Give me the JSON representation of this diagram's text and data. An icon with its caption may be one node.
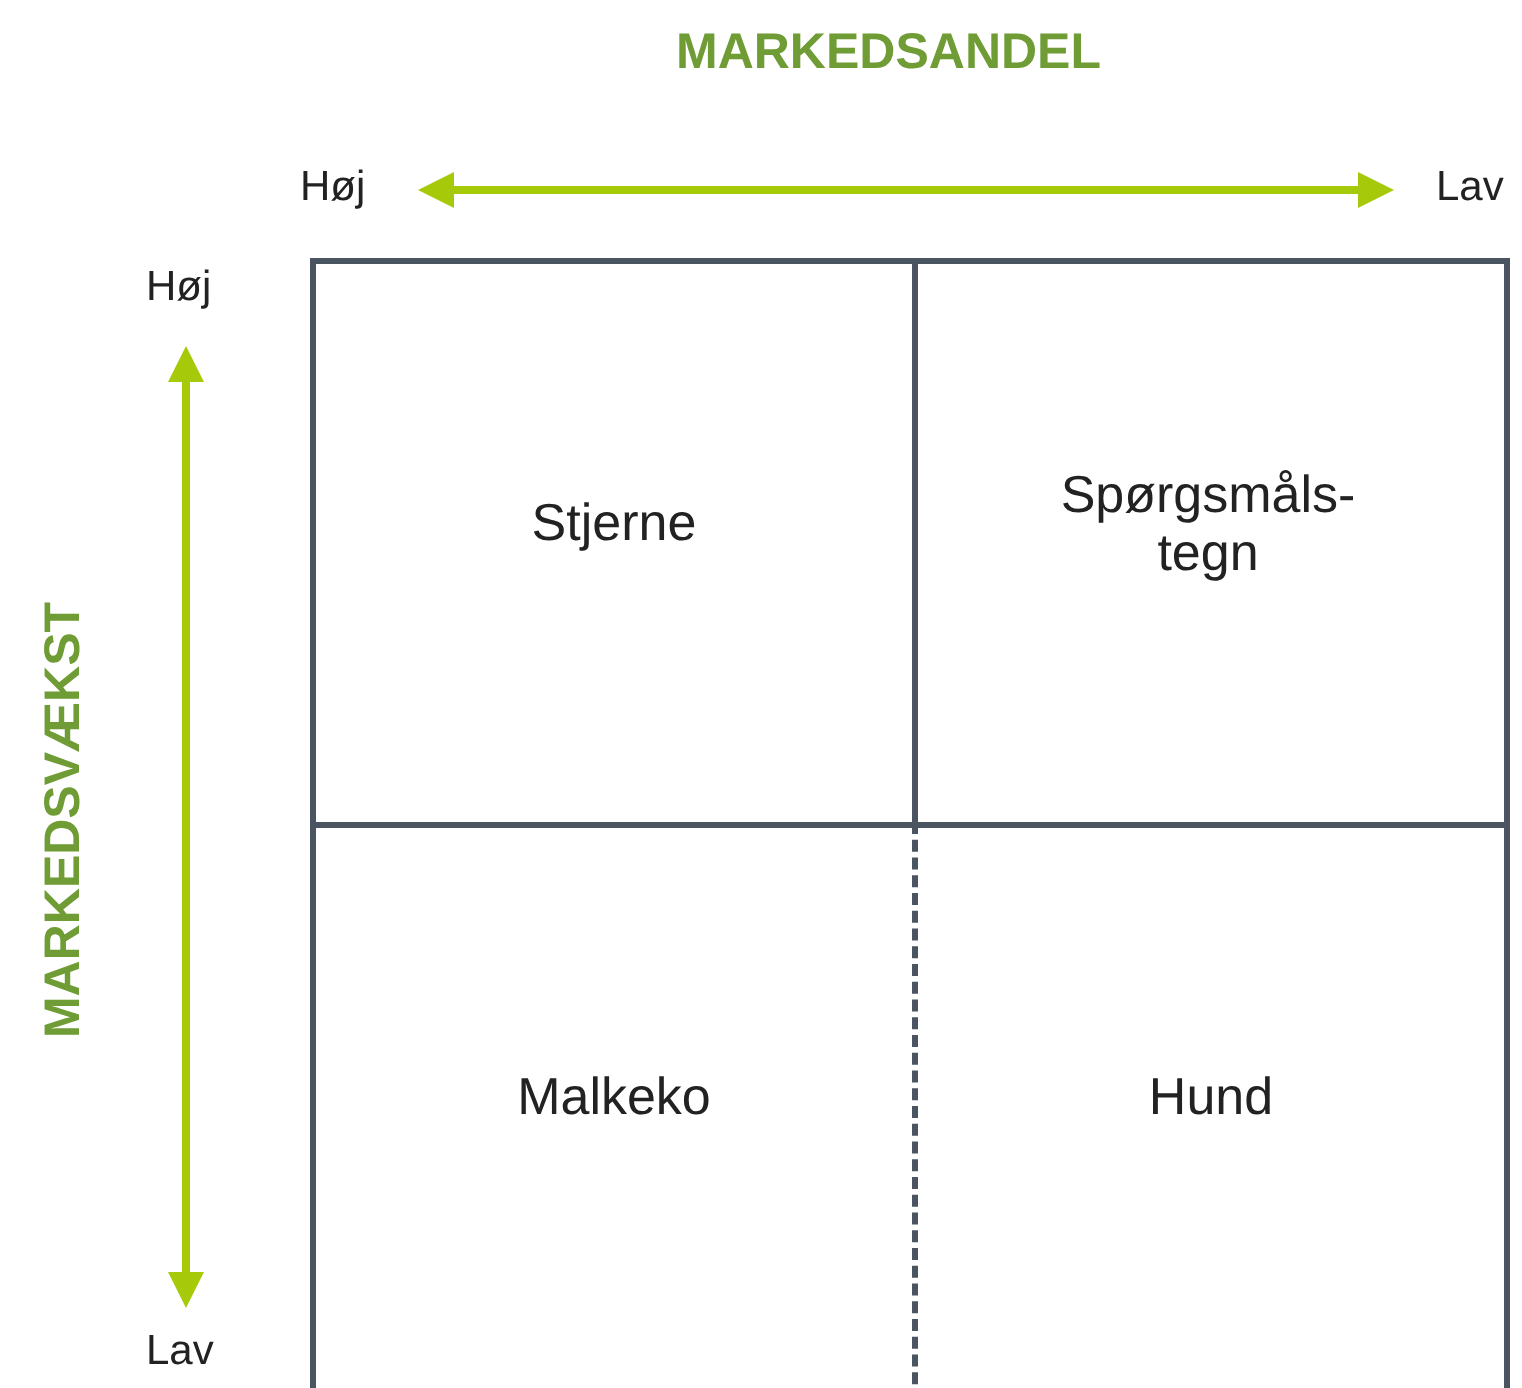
{
  "diagram": {
    "nodes": [
      {
        "text": [
          "Stjerne"
        ]
      },
      {
        "text": [
          "Spørgsmåls- tegn"
        ]
      },
      {
        "text": [
          "Malkeko"
        ]
      },
      {
        "text": [
          "Hund"
        ]
      }
    ],
    "labels": [
      "MARKEDSANDEL",
      "Høj",
      "Lav",
      "MARKEDSVÆKST",
      "Høj",
      "Lav"
    ]
  }
}
